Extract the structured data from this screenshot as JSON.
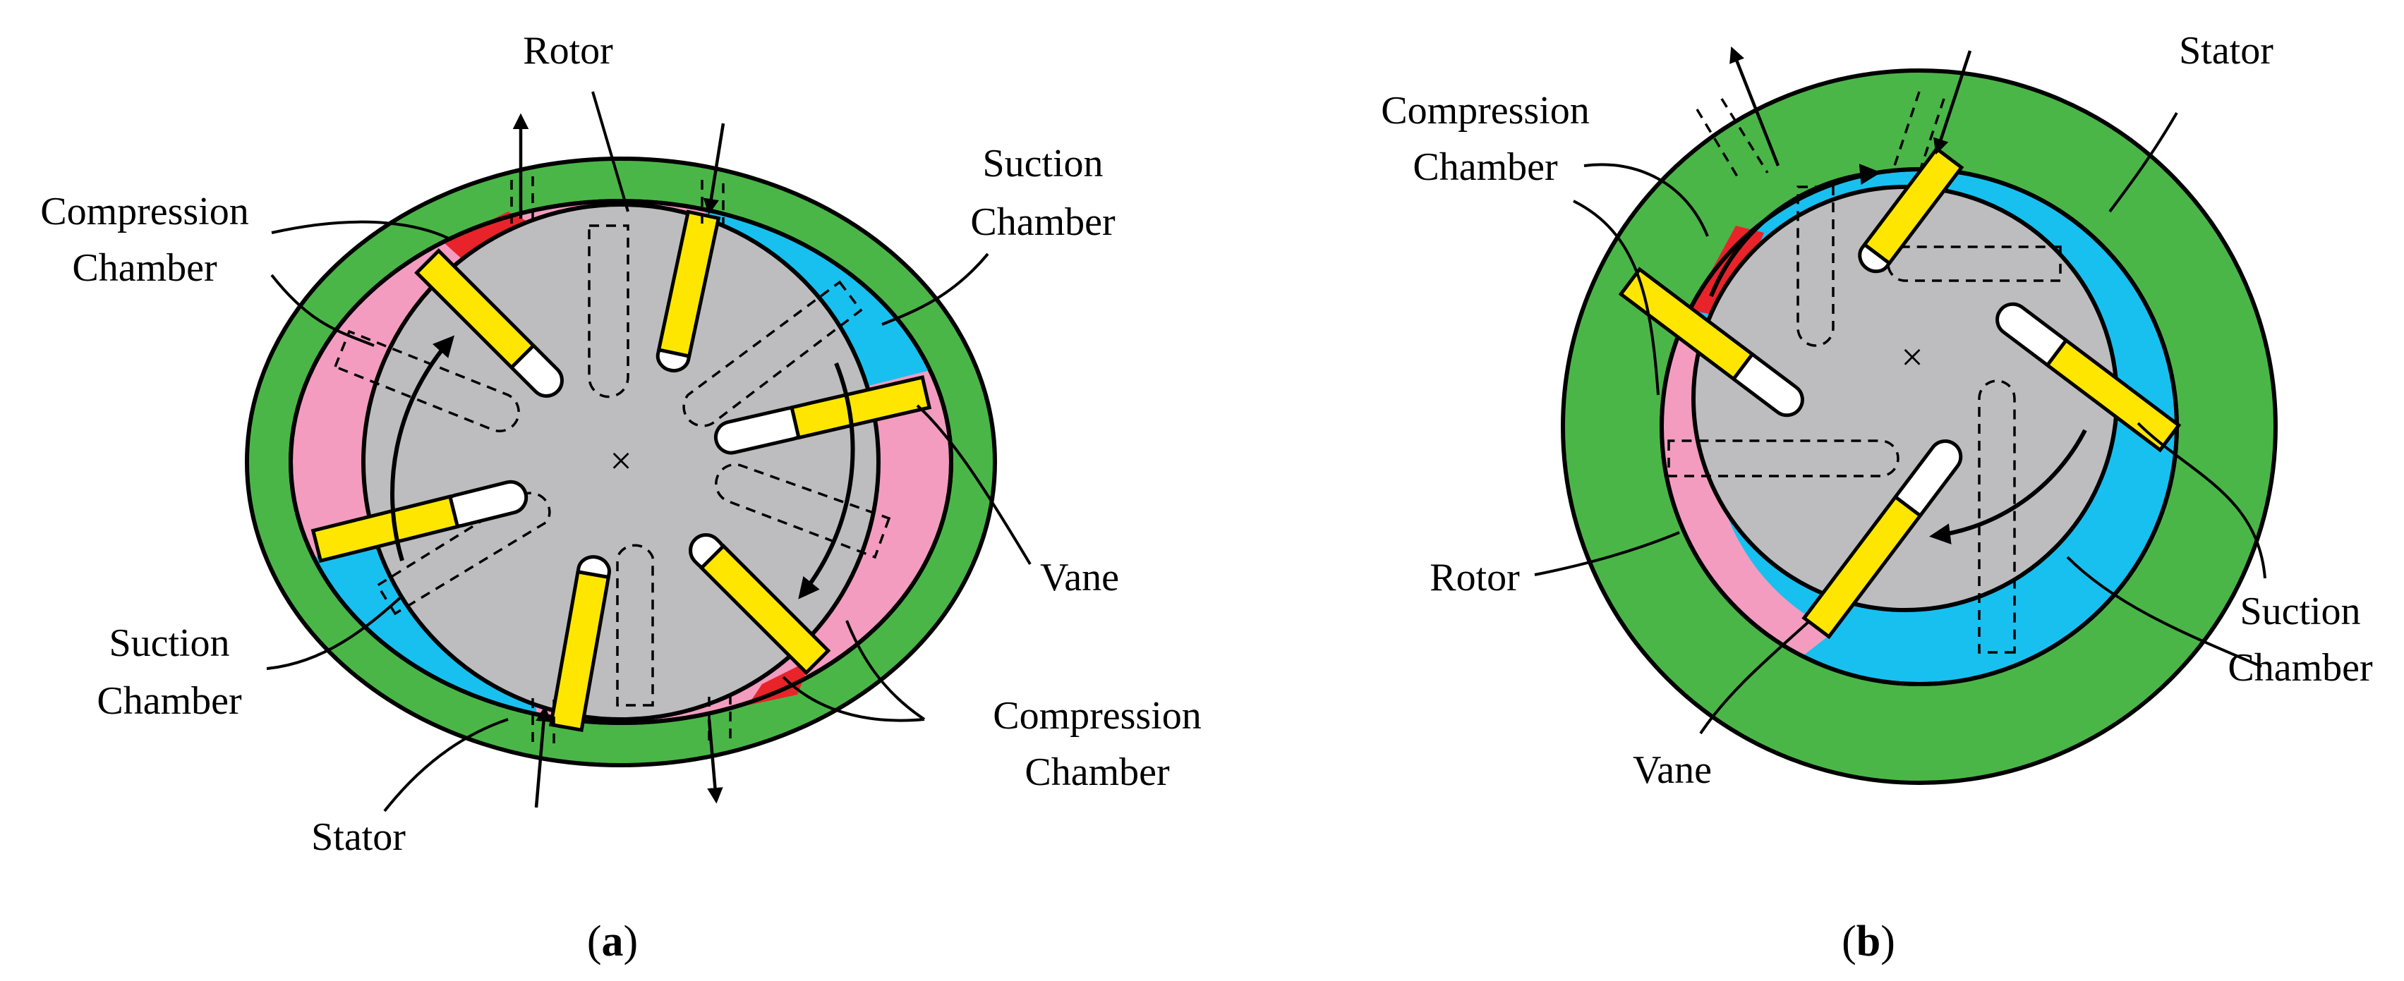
{
  "colors": {
    "stator": "#4bb648",
    "rotor": "#bdbdc0",
    "compression": "#f39cc0",
    "suction": "#18c0f0",
    "compression_tip": "#e8242a",
    "vane": "#ffe600"
  },
  "panel_a": {
    "labels": {
      "rotor": "Rotor",
      "compression_1_line1": "Compression",
      "compression_1_line2": "Chamber",
      "suction_1_line1": "Suction",
      "suction_1_line2": "Chamber",
      "vane": "Vane",
      "suction_2_line1": "Suction",
      "suction_2_line2": "Chamber",
      "compression_2_line1": "Compression",
      "compression_2_line2": "Chamber",
      "stator": "Stator"
    },
    "caption_open": "(",
    "caption_letter": "a",
    "caption_close": ")"
  },
  "panel_b": {
    "labels": {
      "compression_line1": "Compression",
      "compression_line2": "Chamber",
      "stator": "Stator",
      "rotor": "Rotor",
      "suction_line1": "Suction",
      "suction_line2": "Chamber",
      "vane": "Vane"
    },
    "caption_open": "(",
    "caption_letter": "b",
    "caption_close": ")"
  },
  "center_mark": "×"
}
